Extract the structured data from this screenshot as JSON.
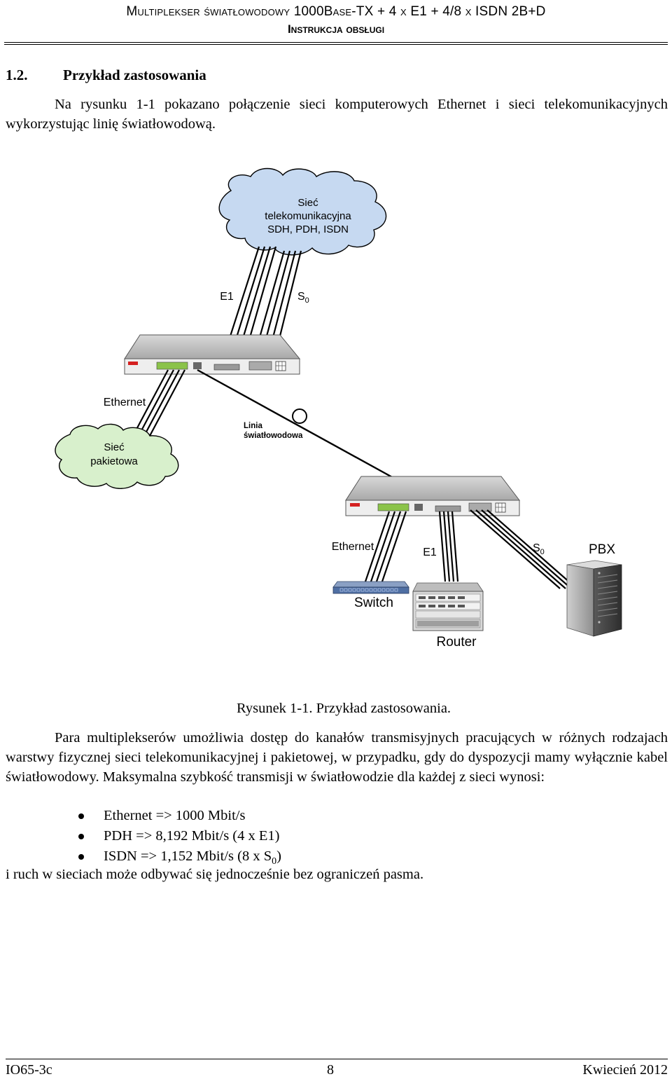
{
  "header": {
    "title": "Multiplekser światłowodowy 1000Base-TX + 4 x E1 + 4/8 x ISDN 2B+D",
    "subtitle": "Instrukcja obsługi"
  },
  "section": {
    "number": "1.2.",
    "title": "Przykład zastosowania"
  },
  "intro": "Na rysunku 1-1 pokazano połączenie sieci komputerowych Ethernet i sieci telekomunikacyjnych wykorzystując linię światłowodową.",
  "figure": {
    "cloud_top": [
      "Sieć",
      "telekomunikacyjna",
      "SDH, PDH, ISDN"
    ],
    "label_e1_top": "E1",
    "label_s0_top": "S",
    "label_s0_sub": "0",
    "label_ethernet_top": "Ethernet",
    "cloud_left": [
      "Sieć",
      "pakietowa"
    ],
    "fiber_label": [
      "Linia",
      "światłowodowa"
    ],
    "label_ethernet_bottom": "Ethernet",
    "label_e1_bottom": "E1",
    "label_s0_bottom": "S",
    "label_pbx": "PBX",
    "label_switch": "Switch",
    "label_router": "Router"
  },
  "caption": "Rysunek 1-1. Przykład zastosowania.",
  "body": "Para multiplekserów umożliwia dostęp do kanałów transmisyjnych pracujących w różnych rodzajach warstwy fizycznej sieci telekomunikacyjnej i pakietowej, w przypadku, gdy do dyspozycji mamy wyłącznie kabel światłowodowy. Maksymalna szybkość transmisji w światłowodzie dla każdej z sieci wynosi:",
  "bullets": [
    {
      "text": "Ethernet => 1000 Mbit/s"
    },
    {
      "text": "PDH => 8,192 Mbit/s (4 x E1)"
    },
    {
      "text": "ISDN =>  1,152 Mbit/s (8 x S",
      "sub": "0",
      "tail": ")"
    }
  ],
  "after": "i ruch w sieciach może odbywać się jednocześnie bez ograniczeń pasma.",
  "footer": {
    "left": "IO65-3c",
    "center": "8",
    "right": "Kwiecień 2012"
  }
}
